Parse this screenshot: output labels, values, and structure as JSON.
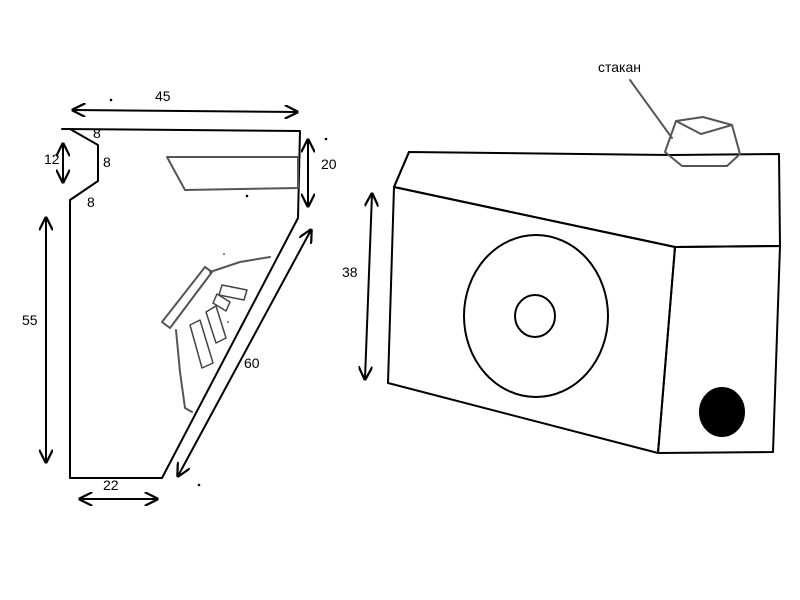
{
  "labels": {
    "top_width": "45",
    "chamfer_top": "8",
    "chamfer_right": "8",
    "chamfer_bottom": "8",
    "upper_left_height": "12",
    "back_height": "55",
    "bottom_width": "22",
    "right_upper_height": "20",
    "slant_length": "60",
    "box_height": "38",
    "glass_label": "стакан"
  }
}
